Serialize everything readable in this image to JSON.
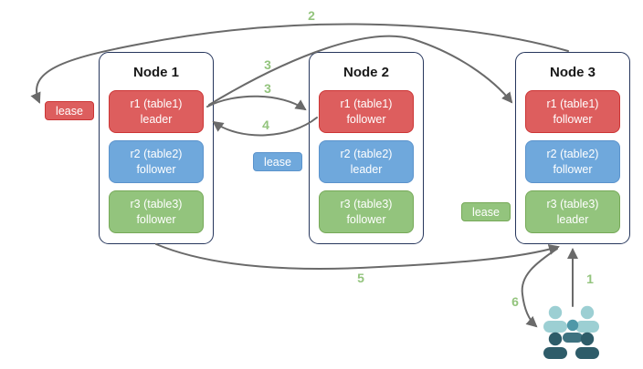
{
  "colors": {
    "red_fill": "#DD5E5E",
    "red_border": "#CC3535",
    "blue_fill": "#6FA8DC",
    "blue_border": "#5B93CC",
    "green_fill": "#93C47D",
    "green_border": "#76A958",
    "node_border": "#26365C",
    "arrow": "#6A6A6A",
    "step_label": "#93C47D",
    "title_text": "#1A1A1A",
    "users_light": "#9CCFD3",
    "users_mid": "#4F98A8",
    "users_mid_dark": "#3E7280",
    "users_dark": "#2E5C69"
  },
  "nodes": [
    {
      "title": "Node 1",
      "replicas": [
        {
          "name": "r1 (table1)",
          "role": "leader"
        },
        {
          "name": "r2 (table2)",
          "role": "follower"
        },
        {
          "name": "r3 (table3)",
          "role": "follower"
        }
      ]
    },
    {
      "title": "Node 2",
      "replicas": [
        {
          "name": "r1 (table1)",
          "role": "follower"
        },
        {
          "name": "r2 (table2)",
          "role": "leader"
        },
        {
          "name": "r3 (table3)",
          "role": "follower"
        }
      ]
    },
    {
      "title": "Node 3",
      "replicas": [
        {
          "name": "r1 (table1)",
          "role": "follower"
        },
        {
          "name": "r2 (table2)",
          "role": "follower"
        },
        {
          "name": "r3 (table3)",
          "role": "leader"
        }
      ]
    }
  ],
  "leases": {
    "red": "lease",
    "blue": "lease",
    "green": "lease"
  },
  "steps": {
    "s1": "1",
    "s2": "2",
    "s3a": "3",
    "s3b": "3",
    "s4": "4",
    "s5": "5",
    "s6": "6"
  },
  "icons": {
    "users_group": "users-group-icon"
  }
}
